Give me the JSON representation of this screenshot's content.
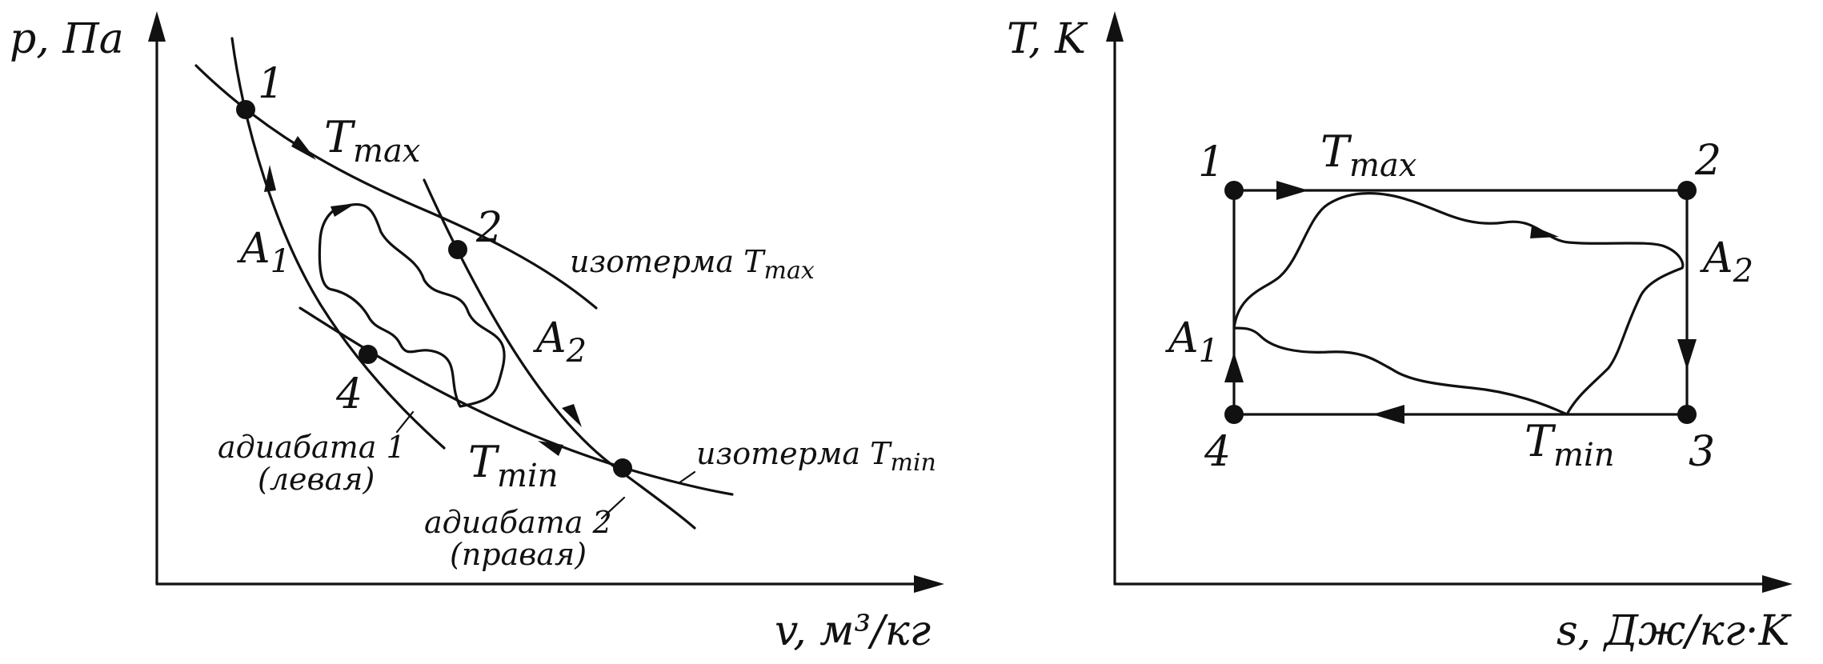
{
  "left_diagram": {
    "y_axis_label": "p, Па",
    "x_axis_label": "v, м³/кг",
    "points": [
      "1",
      "2",
      "4"
    ],
    "isotherm_max_label": "изотерма T",
    "isotherm_max_sub": "max",
    "isotherm_min_label": "изотерма T",
    "isotherm_min_sub": "min",
    "tmax_label": "T",
    "tmax_sub": "max",
    "tmin_label": "T",
    "tmin_sub": "min",
    "a1_label": "A",
    "a1_sub": "1",
    "a2_label": "A",
    "a2_sub": "2",
    "adiabat1_line1": "адиабата 1",
    "adiabat1_line2": "(левая)",
    "adiabat2_line1": "адиабата 2",
    "adiabat2_line2": "(правая)"
  },
  "right_diagram": {
    "y_axis_label": "T, K",
    "x_axis_label": "s, Дж/кг·K",
    "points": [
      "1",
      "2",
      "3",
      "4"
    ],
    "tmax_label": "T",
    "tmax_sub": "max",
    "tmin_label": "T",
    "tmin_sub": "min",
    "a1_label": "A",
    "a1_sub": "1",
    "a2_label": "A",
    "a2_sub": "2"
  }
}
